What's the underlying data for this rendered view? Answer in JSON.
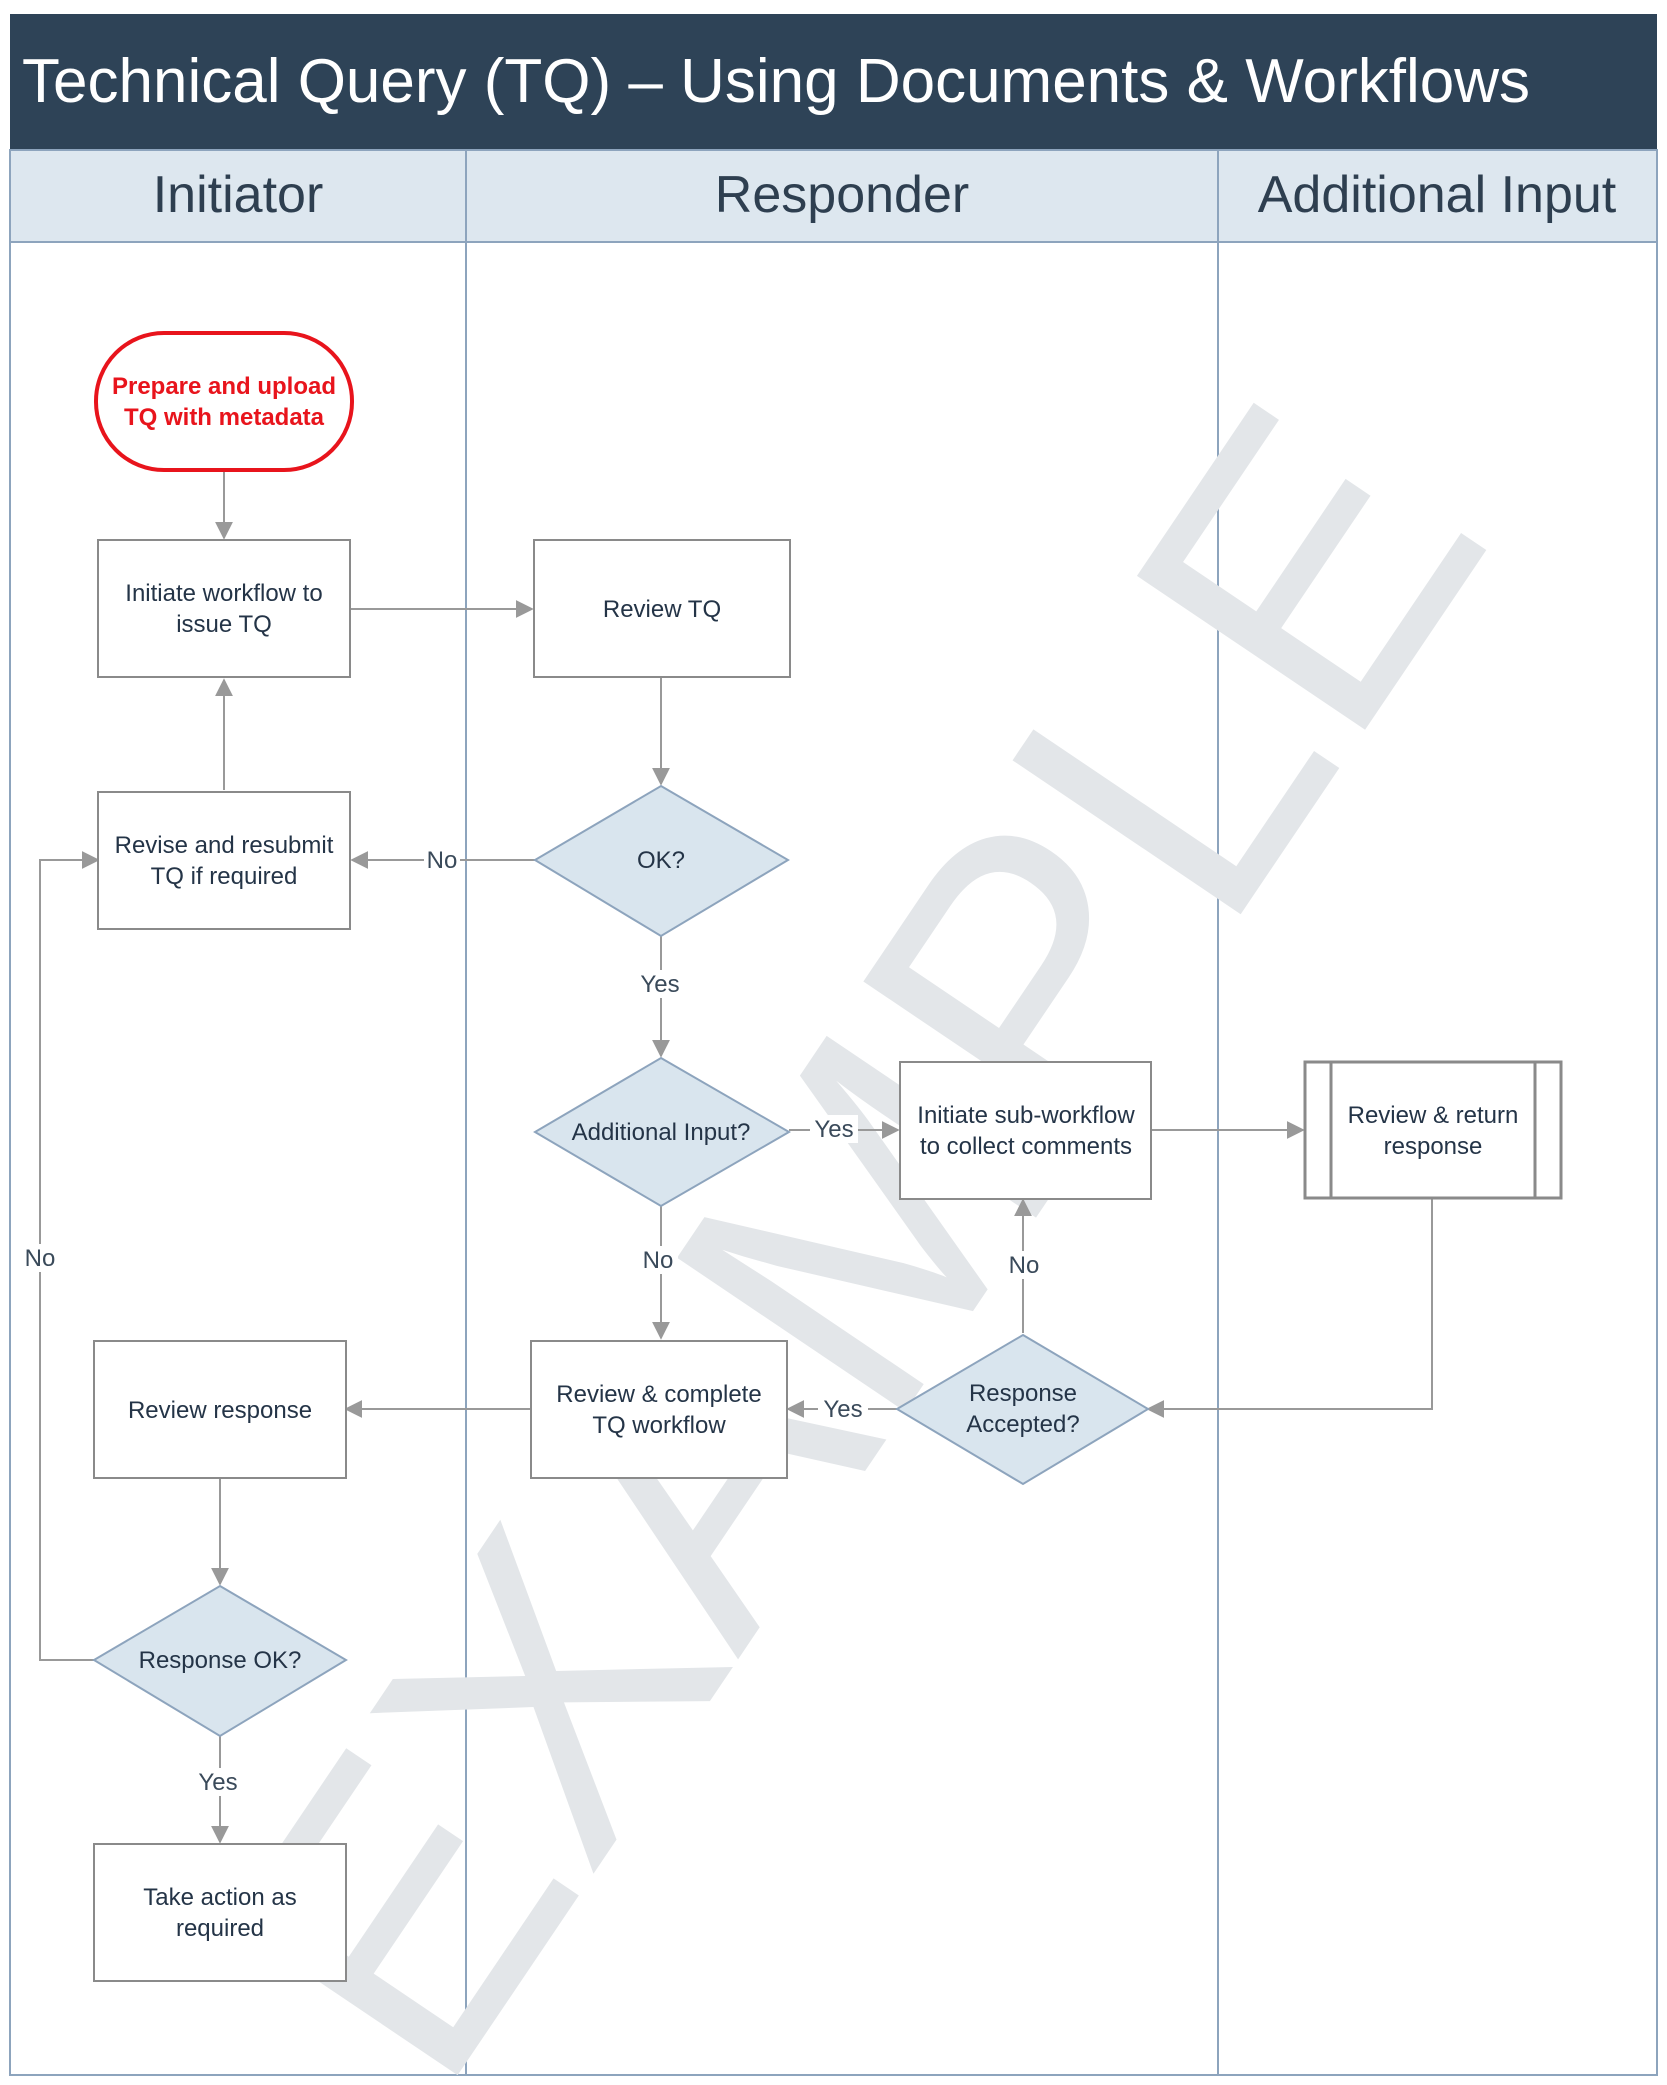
{
  "title": "Technical Query (TQ) – Using Documents & Workflows",
  "watermark": "EXAMPLE",
  "lanes": [
    "Initiator",
    "Responder",
    "Additional Input"
  ],
  "nodes": {
    "start": [
      "Prepare and upload",
      "TQ with metadata"
    ],
    "initiate_workflow": [
      "Initiate workflow to",
      "issue TQ"
    ],
    "review_tq": [
      "Review TQ"
    ],
    "revise_resubmit": [
      "Revise and resubmit",
      "TQ if required"
    ],
    "ok_decision": [
      "OK?"
    ],
    "additional_input_decision": [
      "Additional Input?"
    ],
    "initiate_subworkflow": [
      "Initiate sub-workflow",
      "to collect comments"
    ],
    "review_return": [
      "Review & return",
      "response"
    ],
    "review_response": [
      "Review response"
    ],
    "review_complete": [
      "Review & complete",
      "TQ workflow"
    ],
    "response_accepted": [
      "Response",
      "Accepted?"
    ],
    "response_ok": [
      "Response OK?"
    ],
    "take_action": [
      "Take action as",
      "required"
    ]
  },
  "edge_labels": {
    "ok_no": "No",
    "ok_yes": "Yes",
    "additional_yes": "Yes",
    "additional_no": "No",
    "accepted_no": "No",
    "accepted_yes": "Yes",
    "response_ok_no": "No",
    "response_ok_yes": "Yes"
  },
  "colors": {
    "title_bar": "#2e4357",
    "lane_header": "#dde7ef",
    "lane_border": "#8da4bd",
    "node_border": "#8a8a8a",
    "decision_fill": "#d9e5ee",
    "start_border": "#e8141c",
    "connector": "#999999",
    "watermark": "#e3e6e9"
  }
}
